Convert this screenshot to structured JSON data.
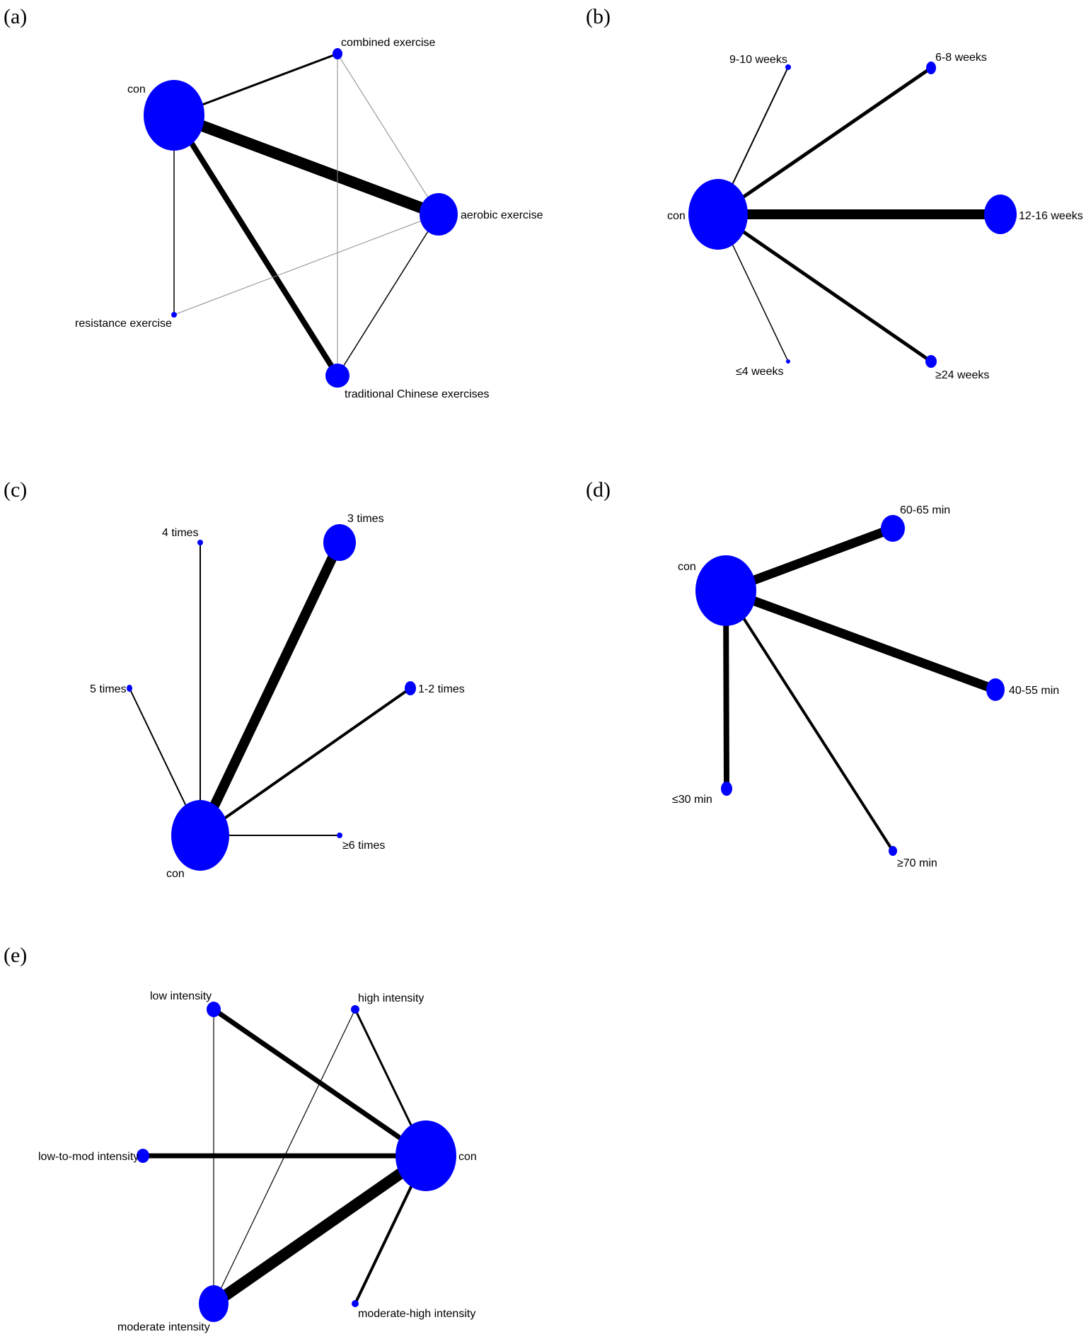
{
  "colors": {
    "node": "#0000ff",
    "edge": "#000000",
    "thin_edge": "#888888"
  },
  "panels": [
    {
      "label": "(a)",
      "nodes": [
        {
          "id": "con",
          "label": "con"
        },
        {
          "id": "combined",
          "label": "combined exercise"
        },
        {
          "id": "aerobic",
          "label": "aerobic exercise"
        },
        {
          "id": "tce",
          "label": "traditional Chinese exercises"
        },
        {
          "id": "resistance",
          "label": "resistance exercise"
        }
      ],
      "edges": [
        {
          "from": "con",
          "to": "combined",
          "weight": 3
        },
        {
          "from": "con",
          "to": "aerobic",
          "weight": 16
        },
        {
          "from": "con",
          "to": "tce",
          "weight": 8
        },
        {
          "from": "con",
          "to": "resistance",
          "weight": 1.5
        },
        {
          "from": "combined",
          "to": "aerobic",
          "weight": 1,
          "gray": true
        },
        {
          "from": "combined",
          "to": "tce",
          "weight": 1,
          "gray": true
        },
        {
          "from": "aerobic",
          "to": "resistance",
          "weight": 1,
          "gray": true
        },
        {
          "from": "aerobic",
          "to": "tce",
          "weight": 1.5
        }
      ]
    },
    {
      "label": "(b)",
      "nodes": [
        {
          "id": "con",
          "label": "con"
        },
        {
          "id": "w910",
          "label": "9-10 weeks"
        },
        {
          "id": "w68",
          "label": "6-8 weeks"
        },
        {
          "id": "w1216",
          "label": "12-16 weeks"
        },
        {
          "id": "w24",
          "label": "≥24 weeks"
        },
        {
          "id": "w4",
          "label": "≤4 weeks"
        }
      ],
      "edges": [
        {
          "from": "con",
          "to": "w910",
          "weight": 2
        },
        {
          "from": "con",
          "to": "w68",
          "weight": 5
        },
        {
          "from": "con",
          "to": "w1216",
          "weight": 14
        },
        {
          "from": "con",
          "to": "w24",
          "weight": 5
        },
        {
          "from": "con",
          "to": "w4",
          "weight": 1.5
        }
      ]
    },
    {
      "label": "(c)",
      "nodes": [
        {
          "id": "con",
          "label": "con"
        },
        {
          "id": "t4",
          "label": "4 times"
        },
        {
          "id": "t3",
          "label": "3 times"
        },
        {
          "id": "t5",
          "label": "5 times"
        },
        {
          "id": "t12",
          "label": "1-2 times"
        },
        {
          "id": "t6",
          "label": "≥6 times"
        }
      ],
      "edges": [
        {
          "from": "con",
          "to": "t4",
          "weight": 2
        },
        {
          "from": "con",
          "to": "t3",
          "weight": 14
        },
        {
          "from": "con",
          "to": "t5",
          "weight": 2
        },
        {
          "from": "con",
          "to": "t12",
          "weight": 4
        },
        {
          "from": "con",
          "to": "t6",
          "weight": 2
        }
      ]
    },
    {
      "label": "(d)",
      "nodes": [
        {
          "id": "con",
          "label": "con"
        },
        {
          "id": "m6065",
          "label": "60-65 min"
        },
        {
          "id": "m4055",
          "label": "40-55 min"
        },
        {
          "id": "m30",
          "label": "≤30 min"
        },
        {
          "id": "m70",
          "label": "≥70 min"
        }
      ],
      "edges": [
        {
          "from": "con",
          "to": "m6065",
          "weight": 13
        },
        {
          "from": "con",
          "to": "m4055",
          "weight": 13
        },
        {
          "from": "con",
          "to": "m30",
          "weight": 8
        },
        {
          "from": "con",
          "to": "m70",
          "weight": 4
        }
      ]
    },
    {
      "label": "(e)",
      "nodes": [
        {
          "id": "con",
          "label": "con"
        },
        {
          "id": "low",
          "label": "low intensity"
        },
        {
          "id": "high",
          "label": "high intensity"
        },
        {
          "id": "ltm",
          "label": "low-to-mod intensity"
        },
        {
          "id": "mod",
          "label": "moderate intensity"
        },
        {
          "id": "mh",
          "label": "moderate-high intensity"
        }
      ],
      "edges": [
        {
          "from": "con",
          "to": "low",
          "weight": 7
        },
        {
          "from": "con",
          "to": "high",
          "weight": 3
        },
        {
          "from": "con",
          "to": "ltm",
          "weight": 7
        },
        {
          "from": "con",
          "to": "mod",
          "weight": 16
        },
        {
          "from": "con",
          "to": "mh",
          "weight": 4
        },
        {
          "from": "low",
          "to": "mod",
          "weight": 1.2
        },
        {
          "from": "high",
          "to": "mod",
          "weight": 1.2
        }
      ]
    }
  ]
}
